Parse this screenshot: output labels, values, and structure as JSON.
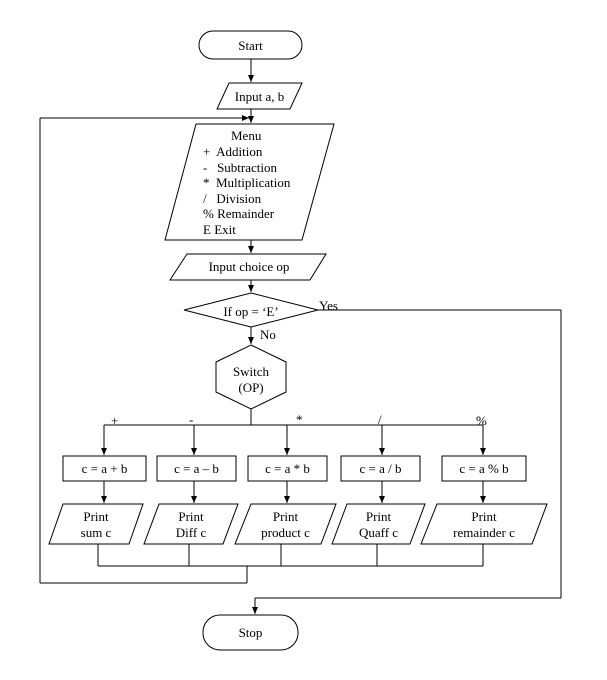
{
  "start_label": "Start",
  "input_ab": "Input a, b",
  "menu": {
    "title": "Menu",
    "items": [
      "+  Addition",
      "-   Subtraction",
      "*  Multiplication",
      "/   Division",
      "% Remainder",
      "E Exit"
    ]
  },
  "input_choice": "Input choice op",
  "decision": "If op = ‘E’",
  "yes_label": "Yes",
  "no_label": "No",
  "switch_line1": "Switch",
  "switch_line2": "(OP)",
  "branch_labels": [
    "+",
    "-",
    "*",
    "/",
    "%"
  ],
  "calcs": [
    "c = a + b",
    "c = a – b",
    "c = a * b",
    "c = a / b",
    "c = a % b"
  ],
  "prints": [
    [
      "Print",
      "sum c"
    ],
    [
      "Print",
      "Diff c"
    ],
    [
      "Print",
      "product c"
    ],
    [
      "Print",
      "Quaff c"
    ],
    [
      "Print",
      "remainder c"
    ]
  ],
  "stop_label": "Stop"
}
